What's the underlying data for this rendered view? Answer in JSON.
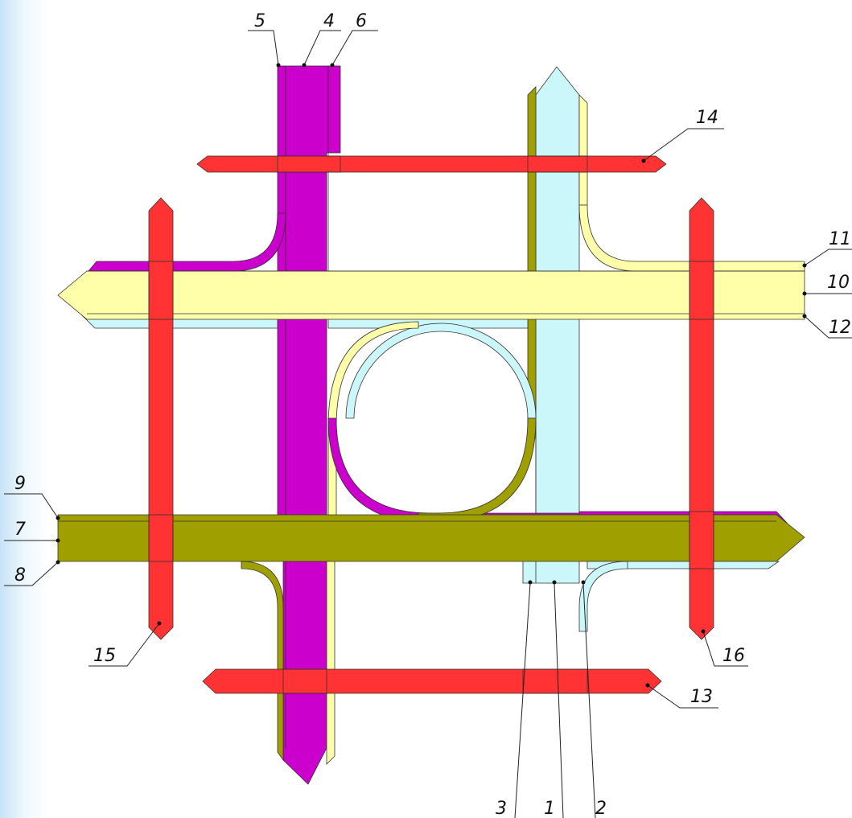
{
  "colors": {
    "magenta": "#cc00cc",
    "olive": "#9f9f00",
    "light_blue": "#ccf7fa",
    "light_yellow": "#ffffaa",
    "red": "#ff3333",
    "outline": "#333333"
  },
  "callouts": [
    {
      "id": "c1",
      "text": "1"
    },
    {
      "id": "c2",
      "text": "2"
    },
    {
      "id": "c3",
      "text": "3"
    },
    {
      "id": "c4",
      "text": "4"
    },
    {
      "id": "c5",
      "text": "5"
    },
    {
      "id": "c6",
      "text": "6"
    },
    {
      "id": "c7",
      "text": "7"
    },
    {
      "id": "c8",
      "text": "8"
    },
    {
      "id": "c9",
      "text": "9"
    },
    {
      "id": "c10",
      "text": "10"
    },
    {
      "id": "c11",
      "text": "11"
    },
    {
      "id": "c12",
      "text": "12"
    },
    {
      "id": "c13",
      "text": "13"
    },
    {
      "id": "c14",
      "text": "14"
    },
    {
      "id": "c15",
      "text": "15"
    },
    {
      "id": "c16",
      "text": "16"
    }
  ]
}
